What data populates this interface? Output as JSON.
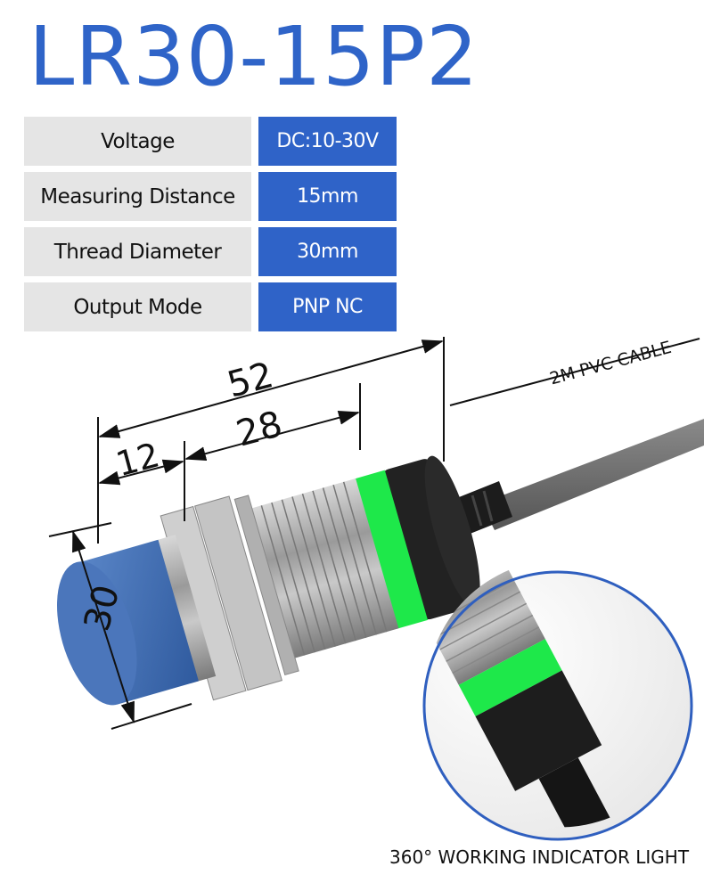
{
  "title": "LR30-15P2",
  "specs": [
    {
      "label": "Voltage",
      "value": "DC:10-30V"
    },
    {
      "label": "Measuring Distance",
      "value": "15mm"
    },
    {
      "label": "Thread Diameter",
      "value": "30mm"
    },
    {
      "label": "Output Mode",
      "value": "PNP NC"
    }
  ],
  "dimensions": {
    "overall_length": "52",
    "thread_length": "28",
    "sensing_head_length": "12",
    "diameter": "30"
  },
  "labels": {
    "cable": "2M PVC CABLE",
    "indicator": "360° WORKING INDICATOR LIGHT"
  },
  "colors": {
    "brand_blue": "#2f64c8",
    "label_gray": "#e5e5e5",
    "sensor_face": "#3f6db3",
    "indicator_green": "#1ee84a",
    "cable_gray": "#6a6a6a"
  }
}
